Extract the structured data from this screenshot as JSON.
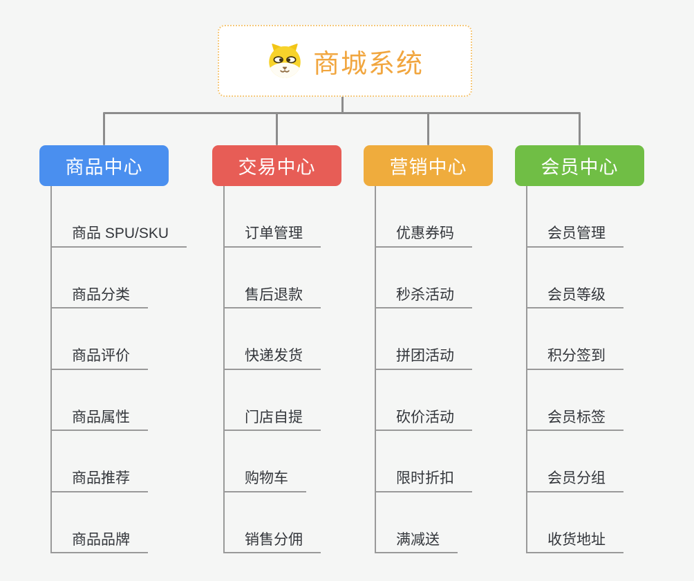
{
  "root": {
    "title": "商城系统",
    "icon": "dog-face-icon",
    "text_color": "#F1A63F",
    "border_color": "#F5C879",
    "bg_color": "#FFFFFF"
  },
  "branches": [
    {
      "label": "商品中心",
      "color": "#4A8FEF",
      "children": [
        "商品 SPU/SKU",
        "商品分类",
        "商品评价",
        "商品属性",
        "商品推荐",
        "商品品牌"
      ]
    },
    {
      "label": "交易中心",
      "color": "#E75D56",
      "children": [
        "订单管理",
        "售后退款",
        "快递发货",
        "门店自提",
        "购物车",
        "销售分佣"
      ]
    },
    {
      "label": "营销中心",
      "color": "#EFAC3D",
      "children": [
        "优惠券码",
        "秒杀活动",
        "拼团活动",
        "砍价活动",
        "限时折扣",
        "满减送"
      ]
    },
    {
      "label": "会员中心",
      "color": "#70BE45",
      "children": [
        "会员管理",
        "会员等级",
        "积分签到",
        "会员标签",
        "会员分组",
        "收货地址"
      ]
    }
  ],
  "style": {
    "canvas_bg": "#F5F6F5",
    "connector_color": "#8C8C8C",
    "leaf_line_color": "#999999",
    "leaf_text_color": "#33363B",
    "node_text_color": "#FFFFFF"
  }
}
